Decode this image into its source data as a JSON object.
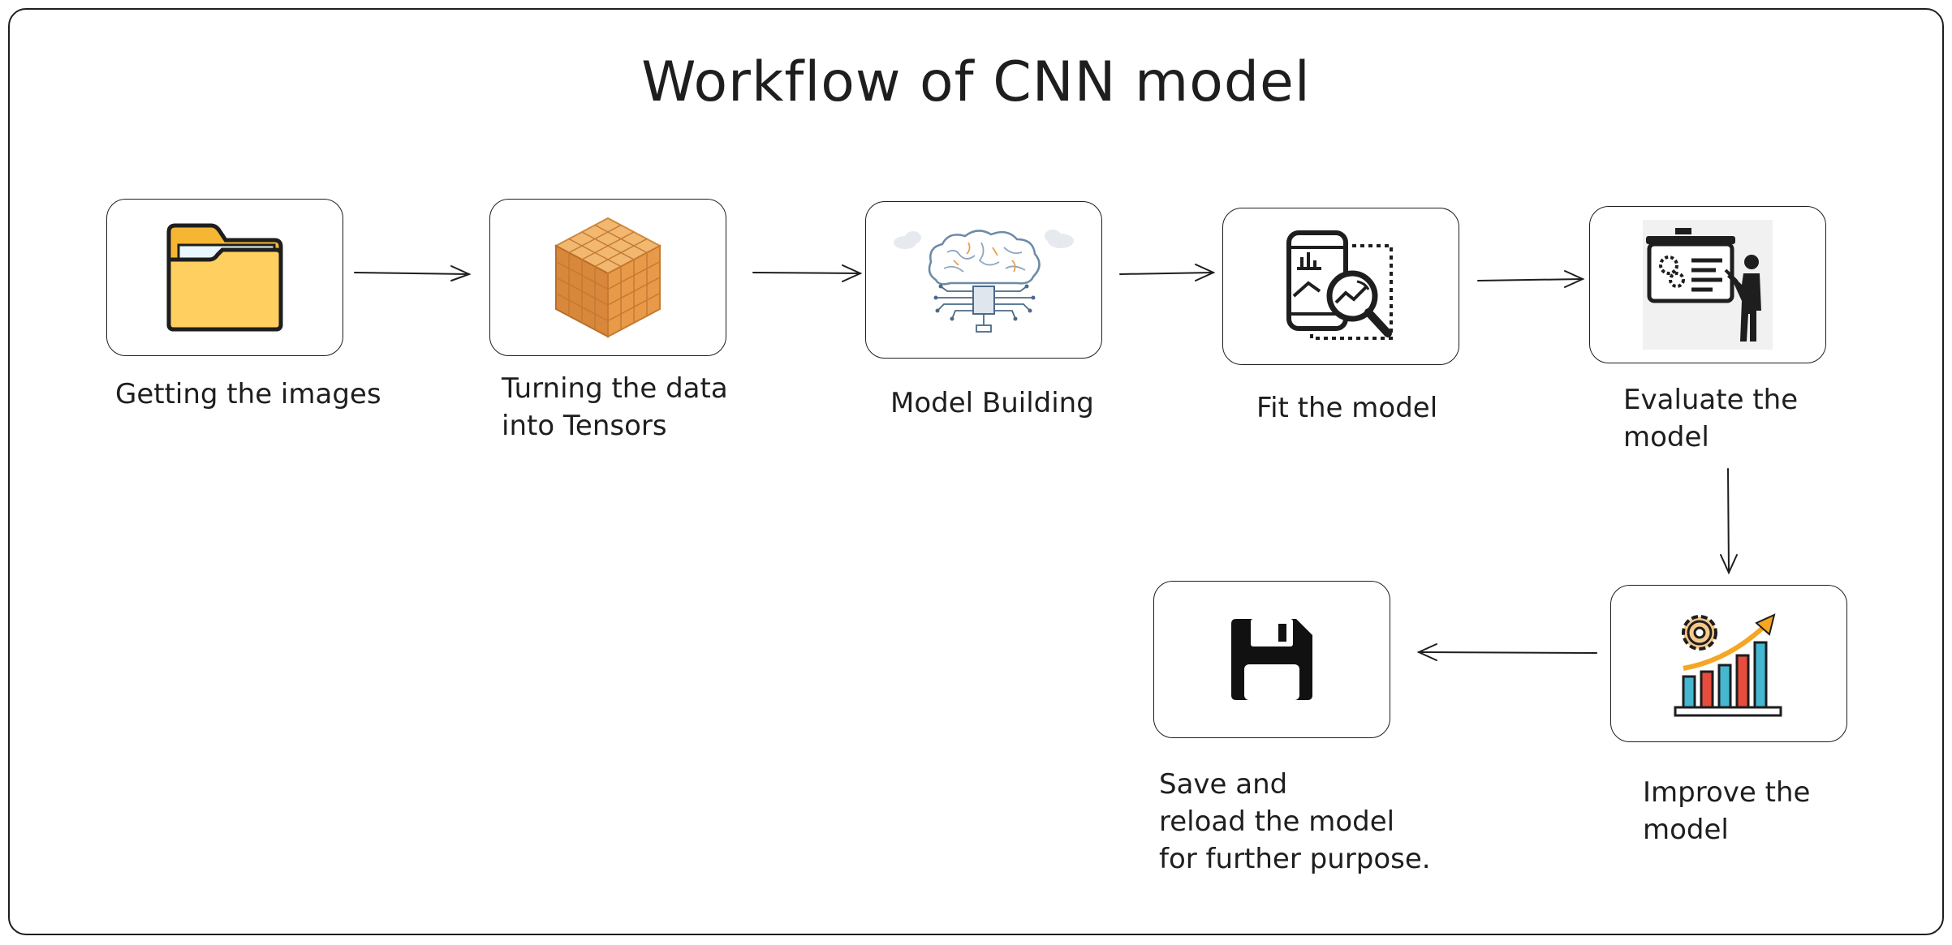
{
  "diagram": {
    "title": "Workflow of CNN model",
    "steps": [
      {
        "label": "Getting the images",
        "icon": "folder-icon"
      },
      {
        "label": "Turning the data\ninto Tensors",
        "icon": "tensor-cube-icon"
      },
      {
        "label": "Model Building",
        "icon": "brain-circuit-icon"
      },
      {
        "label": "Fit the model",
        "icon": "phone-analytics-icon"
      },
      {
        "label": "Evaluate the\nmodel",
        "icon": "presentation-icon"
      },
      {
        "label": "Improve the\nmodel",
        "icon": "growth-chart-icon"
      },
      {
        "label": "Save and\nreload the model\nfor further purpose.",
        "icon": "floppy-disk-icon"
      }
    ]
  }
}
